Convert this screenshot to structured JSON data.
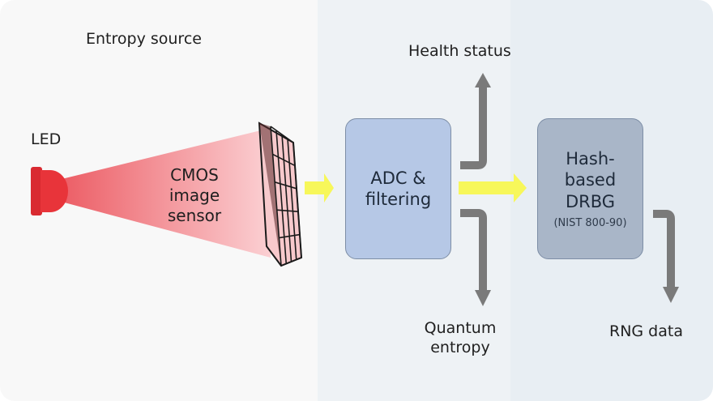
{
  "labels": {
    "entropy_source": "Entropy source",
    "led": "LED",
    "cmos_line1": "CMOS",
    "cmos_line2": "image sensor",
    "health_status": "Health status",
    "quantum_line1": "Quantum",
    "quantum_line2": "entropy",
    "rng_data": "RNG data"
  },
  "boxes": {
    "adc_line1": "ADC &",
    "adc_line2": "filtering",
    "drbg_line1": "Hash-",
    "drbg_line2": "based",
    "drbg_line3": "DRBG",
    "drbg_sub": "(NIST 800-90)"
  },
  "colors": {
    "led": "#e8343a",
    "beam": "#f29aa0",
    "flow_arrow": "#f7f75a",
    "gray_arrow": "#7a7a7a",
    "adc_box": "#b6c8e6",
    "drbg_box": "#a9b6c8"
  }
}
